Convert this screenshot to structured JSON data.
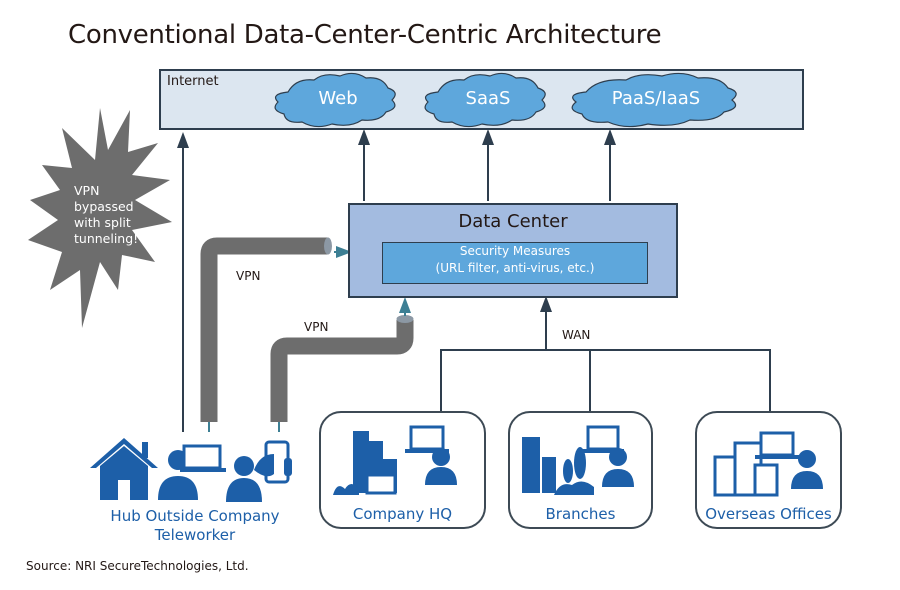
{
  "title": "Conventional Data-Center-Centric Architecture",
  "internet": {
    "label": "Internet",
    "clouds": [
      {
        "label": "Web"
      },
      {
        "label": "SaaS"
      },
      {
        "label": "PaaS/IaaS"
      }
    ]
  },
  "data_center": {
    "title": "Data Center",
    "security": {
      "line1": "Security Measures",
      "line2": "(URL filter, anti-virus, etc.)"
    }
  },
  "connections": {
    "vpn_upper": "VPN",
    "vpn_lower": "VPN",
    "wan": "WAN"
  },
  "warning_burst": {
    "lines": [
      "VPN",
      "bypassed",
      "with split",
      "tunneling!"
    ]
  },
  "sites": [
    {
      "label": "Company HQ"
    },
    {
      "label": "Branches"
    },
    {
      "label": "Overseas Offices"
    }
  ],
  "teleworker": {
    "line1": "Hub Outside Company",
    "line2": "Teleworker"
  },
  "source": "Source: NRI SecureTechnologies, Ltd.",
  "colors": {
    "icon_blue": "#1d5fa8",
    "cloud_blue": "#5ea7dc",
    "internet_bg": "#dce6f0",
    "dc_bg": "#a3bbe0",
    "pipe_gray": "#6d6d6d",
    "line_dark": "#2e3e4e",
    "arrow_teal": "#3d7f94"
  }
}
